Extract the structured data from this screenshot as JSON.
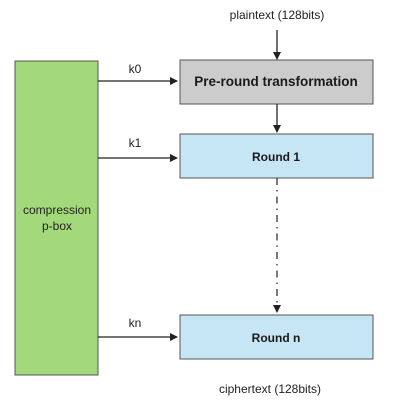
{
  "diagram": {
    "input_label": "plaintext (128bits)",
    "output_label": "ciphertext (128bits)",
    "key_box": {
      "line1": "compression",
      "line2": "p-box",
      "color": "#a3d97a"
    },
    "keys": [
      "k0",
      "k1",
      "kn"
    ],
    "stages": [
      {
        "label": "Pre-round transformation",
        "color": "#cccccc"
      },
      {
        "label": "Round 1",
        "color": "#c6e5f5"
      },
      {
        "label": "Round n",
        "color": "#c6e5f5"
      }
    ]
  }
}
